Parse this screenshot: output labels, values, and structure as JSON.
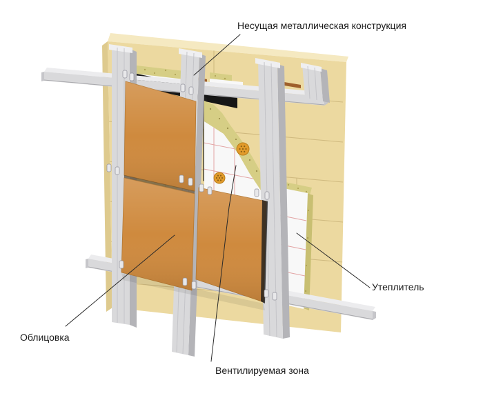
{
  "diagram": {
    "type": "ventilated-facade-cutaway-illustration",
    "labels": {
      "structure": "Несущая металлическая конструкция",
      "cladding": "Облицовка",
      "ventilated_zone": "Вентилируемая зона",
      "insulation": "Утеплитель"
    },
    "colors": {
      "background": "#ffffff",
      "wall": "#ecd9a0",
      "wall_top": "#f5e9c1",
      "wall_side": "#deca8e",
      "mortar_joint": "#cbb47a",
      "cladding": "#cf8a3e",
      "profile": "#d9d9db",
      "profile_side": "#b4b4b8",
      "rail": "#d9d9db",
      "rail_top": "#ececee",
      "insulation_wool": "#d6ce85",
      "insulation_cover": "#f8f8f8",
      "cover_joint": "#e2a3a3",
      "dowel": "#e29b2b",
      "gap_shadow": "#161616",
      "leader_line": "#2a2a2a",
      "label_text": "#1a1a1a"
    }
  }
}
